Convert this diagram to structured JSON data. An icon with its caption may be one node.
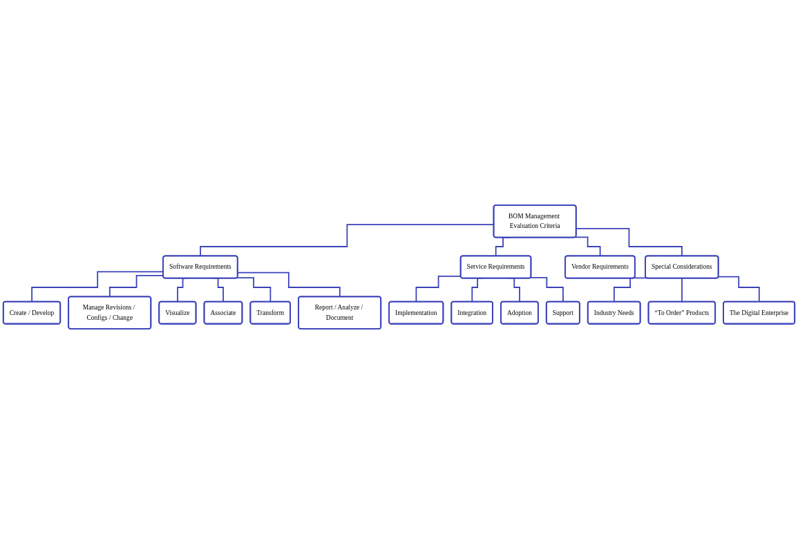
{
  "diagram": {
    "nodes": [
      {
        "text": [
          "BOM Management Evaluation Criteria"
        ]
      },
      {
        "text": [
          "Software Requirements"
        ]
      },
      {
        "text": [
          "Service Requirements"
        ]
      },
      {
        "text": [
          "Vendor Requirements"
        ]
      },
      {
        "text": [
          "Special Considerations"
        ]
      },
      {
        "text": [
          "Create / Develop"
        ]
      },
      {
        "text": [
          "Manage Revisions / Configs / Change"
        ]
      },
      {
        "text": [
          "Visualize"
        ]
      },
      {
        "text": [
          "Associate"
        ]
      },
      {
        "text": [
          "Transform"
        ]
      },
      {
        "text": [
          "Report / Analyze / Document"
        ]
      },
      {
        "text": [
          "Implementation"
        ]
      },
      {
        "text": [
          "Integration"
        ]
      },
      {
        "text": [
          "Adoption"
        ]
      },
      {
        "text": [
          "Support"
        ]
      },
      {
        "text": [
          "Industry Needs"
        ]
      },
      {
        "text": [
          "“To Order” Products"
        ]
      },
      {
        "text": [
          "The Digital Enterprise"
        ]
      }
    ],
    "edges": [
      {
        "from": 0,
        "to": 1,
        "arrow": "none"
      },
      {
        "from": 0,
        "to": 2,
        "arrow": "none"
      },
      {
        "from": 0,
        "to": 3,
        "arrow": "none"
      },
      {
        "from": 0,
        "to": 4,
        "arrow": "none"
      },
      {
        "from": 1,
        "to": 5,
        "arrow": "none"
      },
      {
        "from": 1,
        "to": 6,
        "arrow": "none"
      },
      {
        "from": 1,
        "to": 7,
        "arrow": "none"
      },
      {
        "from": 1,
        "to": 8,
        "arrow": "none"
      },
      {
        "from": 1,
        "to": 9,
        "arrow": "none"
      },
      {
        "from": 1,
        "to": 10,
        "arrow": "none"
      },
      {
        "from": 2,
        "to": 11,
        "arrow": "none"
      },
      {
        "from": 2,
        "to": 12,
        "arrow": "none"
      },
      {
        "from": 2,
        "to": 13,
        "arrow": "none"
      },
      {
        "from": 2,
        "to": 14,
        "arrow": "none"
      },
      {
        "from": 4,
        "to": 15,
        "arrow": "none"
      },
      {
        "from": 4,
        "to": 16,
        "arrow": "none"
      },
      {
        "from": 4,
        "to": 17,
        "arrow": "none"
      }
    ]
  }
}
